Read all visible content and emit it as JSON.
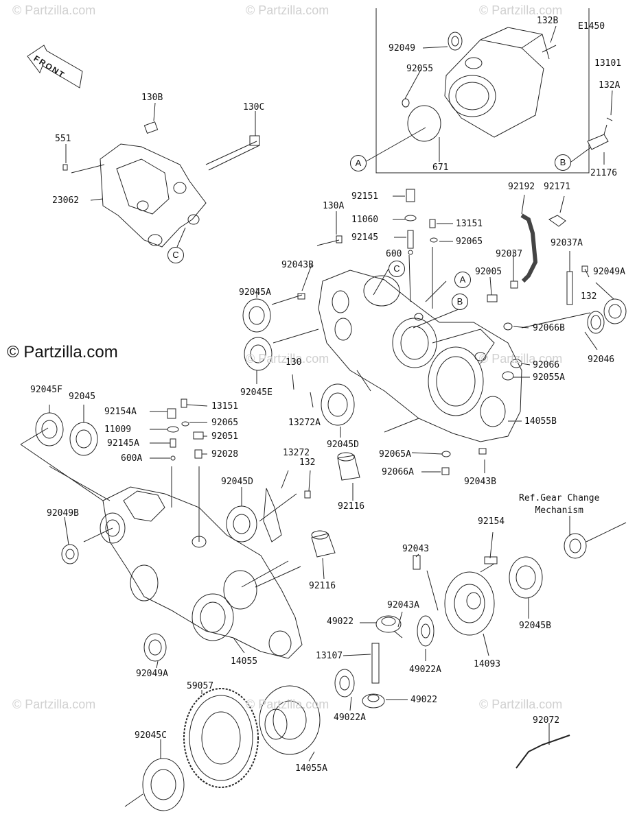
{
  "watermark": "© Partzilla.com",
  "brand_text": "© Partzilla.com",
  "section_code": "E1450",
  "front_label": "FRONT",
  "ref_note": {
    "line1": "Ref.Gear Change",
    "line2": "Mechanism"
  },
  "callouts": {
    "a": "A",
    "b": "B",
    "c": "C"
  },
  "parts": {
    "p92049": "92049",
    "p132B": "132B",
    "p13101": "13101",
    "p92055": "92055",
    "p671": "671",
    "p132A": "132A",
    "p21176": "21176",
    "p130B": "130B",
    "p130C": "130C",
    "p551": "551",
    "p23062": "23062",
    "p92151": "92151",
    "p130A": "130A",
    "p11060": "11060",
    "p13151": "13151",
    "p92145": "92145",
    "p92065": "92065",
    "p600": "600",
    "p92192": "92192",
    "p92171": "92171",
    "p92037": "92037",
    "p92037A": "92037A",
    "p92049A": "92049A",
    "p92045A": "92045A",
    "p92043B": "92043B",
    "p92005": "92005",
    "p132": "132",
    "p92066B": "92066B",
    "p92046": "92046",
    "p92066": "92066",
    "p92055A": "92055A",
    "p130": "130",
    "p92045E": "92045E",
    "p13272A": "13272A",
    "p92045D": "92045D",
    "p14055B": "14055B",
    "p92045F": "92045F",
    "p92045": "92045",
    "p92154A": "92154A",
    "p11009": "11009",
    "p92145A": "92145A",
    "p600A": "600A",
    "p92051": "92051",
    "p92028": "92028",
    "p13272": "13272",
    "p92065A": "92065A",
    "p92066A": "92066A",
    "p92116": "92116",
    "p92049B": "92049B",
    "p92043": "92043",
    "p92154": "92154",
    "p49022": "49022",
    "p92043A": "92043A",
    "p13107": "13107",
    "p49022A": "49022A",
    "p14093": "14093",
    "p92045B": "92045B",
    "p14055": "14055",
    "p59057": "59057",
    "p14055A": "14055A",
    "p92045C": "92045C",
    "p92072": "92072"
  }
}
